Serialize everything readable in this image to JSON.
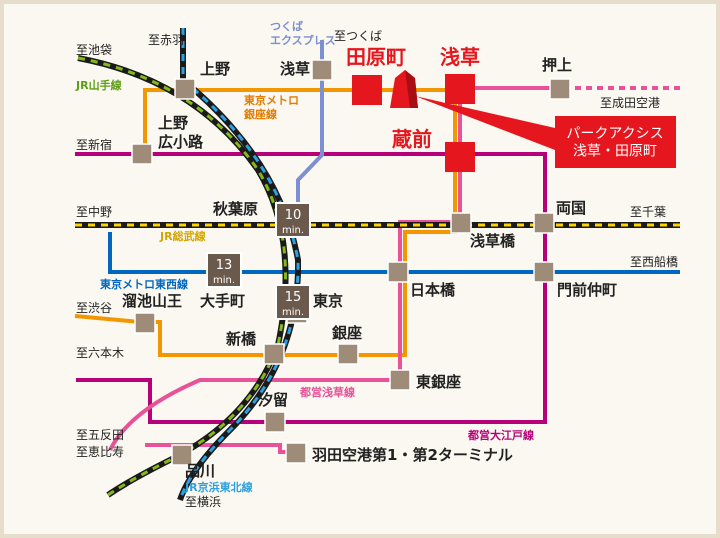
{
  "map": {
    "colors": {
      "background": "#fbf8f1",
      "frame": "#e6ddcb",
      "station": "#9e8b78",
      "highlight": "#e5161e",
      "yamanote": "#86b81b",
      "keihin": "#0067c0",
      "ginza": "#f39700",
      "tozai": "#009bbf",
      "asakusa": "#e85298",
      "oedo": "#b6007a",
      "sobu": "#ffd400",
      "tsukuba": "#7b8fd1"
    },
    "lines": {
      "jr_yamanote": "JR山手線",
      "metro_ginza": "東京メトロ\n銀座線",
      "jr_sobu": "JR総武線",
      "metro_tozai": "東京メトロ東西線",
      "toei_asakusa": "都営浅草線",
      "toei_oedo": "都営大江戸線",
      "jr_keihin": "JR京浜東北線",
      "tsukuba_express": "つくば\nエクスプレス"
    },
    "directions": {
      "ikebukuro": "至池袋",
      "akabane": "至赤羽",
      "tsukuba": "至つくば",
      "shinjuku": "至新宿",
      "nakano": "至中野",
      "chiba": "至千葉",
      "shibuya": "至渋谷",
      "roppongi": "至六本木",
      "funabashi": "至西船橋",
      "narita": "至成田空港",
      "gotanda": "至五反田",
      "ebisu": "至恵比寿",
      "yokohama": "至横浜"
    },
    "stations": {
      "ueno": "上野",
      "ueno_hirokoji": "上野\n広小路",
      "asakusa_tx": "浅草",
      "akihabara": "秋葉原",
      "tawaramachi": "田原町",
      "asakusa": "浅草",
      "oshiage": "押上",
      "kuramae": "蔵前",
      "ryogoku": "両国",
      "asakusabashi": "浅草橋",
      "nihonbashi": "日本橋",
      "monzen_nakacho": "門前仲町",
      "tameike_sanno": "溜池山王",
      "otemachi": "大手町",
      "tokyo": "東京",
      "shinbashi": "新橋",
      "ginza": "銀座",
      "higashi_ginza": "東銀座",
      "shiodome": "汐留",
      "shinagawa": "品川",
      "haneda": "羽田空港第1・第2ターミナル"
    },
    "property": "パークアクシス\n浅草・田原町",
    "time_badges": [
      {
        "value": "10",
        "unit": "min."
      },
      {
        "value": "13",
        "unit": "min."
      },
      {
        "value": "15",
        "unit": "min."
      }
    ]
  }
}
